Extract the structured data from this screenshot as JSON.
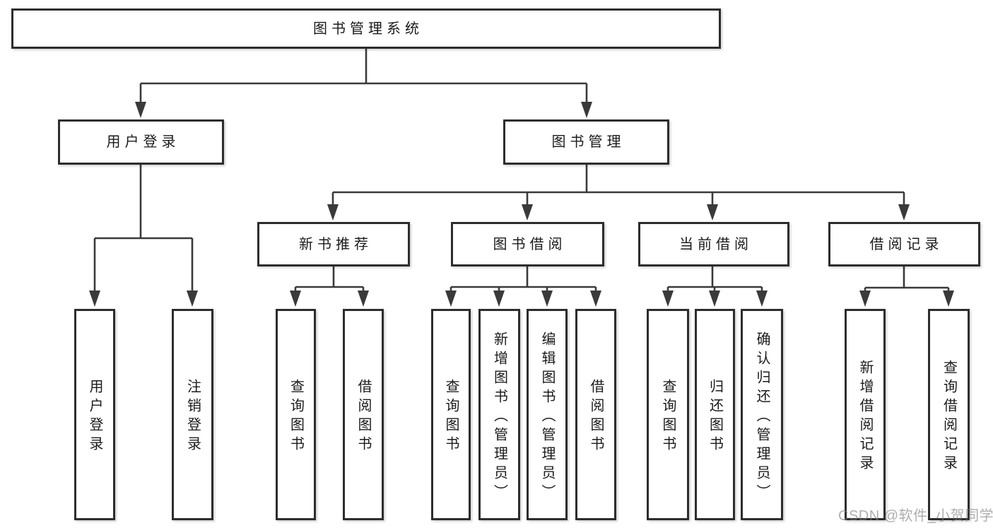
{
  "colors": {
    "line": "#3a3a3a",
    "box_border": "#2d2d2d",
    "text": "#1b1b1b",
    "watermark": "#9b9b9b",
    "background": "#ffffff"
  },
  "tree": {
    "root": {
      "label": "图书管理系统"
    },
    "level2": {
      "userLogin": {
        "label": "用户登录",
        "leaves": [
          "用户登录",
          "注销登录"
        ]
      },
      "bookManagement": {
        "label": "图书管理"
      }
    },
    "level3": {
      "newBookRecommend": {
        "label": "新书推荐",
        "leaves": [
          "查询图书",
          "借阅图书"
        ]
      },
      "bookBorrow": {
        "label": "图书借阅",
        "leaves": [
          "查询图书",
          "新增图书（管理员）",
          "编辑图书（管理员）",
          "借阅图书"
        ]
      },
      "currentBorrow": {
        "label": "当前借阅",
        "leaves": [
          "查询图书",
          "归还图书",
          "确认归还（管理员）"
        ]
      },
      "borrowRecord": {
        "label": "借阅记录",
        "leaves": [
          "新增借阅记录",
          "查询借阅记录"
        ]
      }
    }
  },
  "watermark": "CSDN @软件_小贺同学"
}
